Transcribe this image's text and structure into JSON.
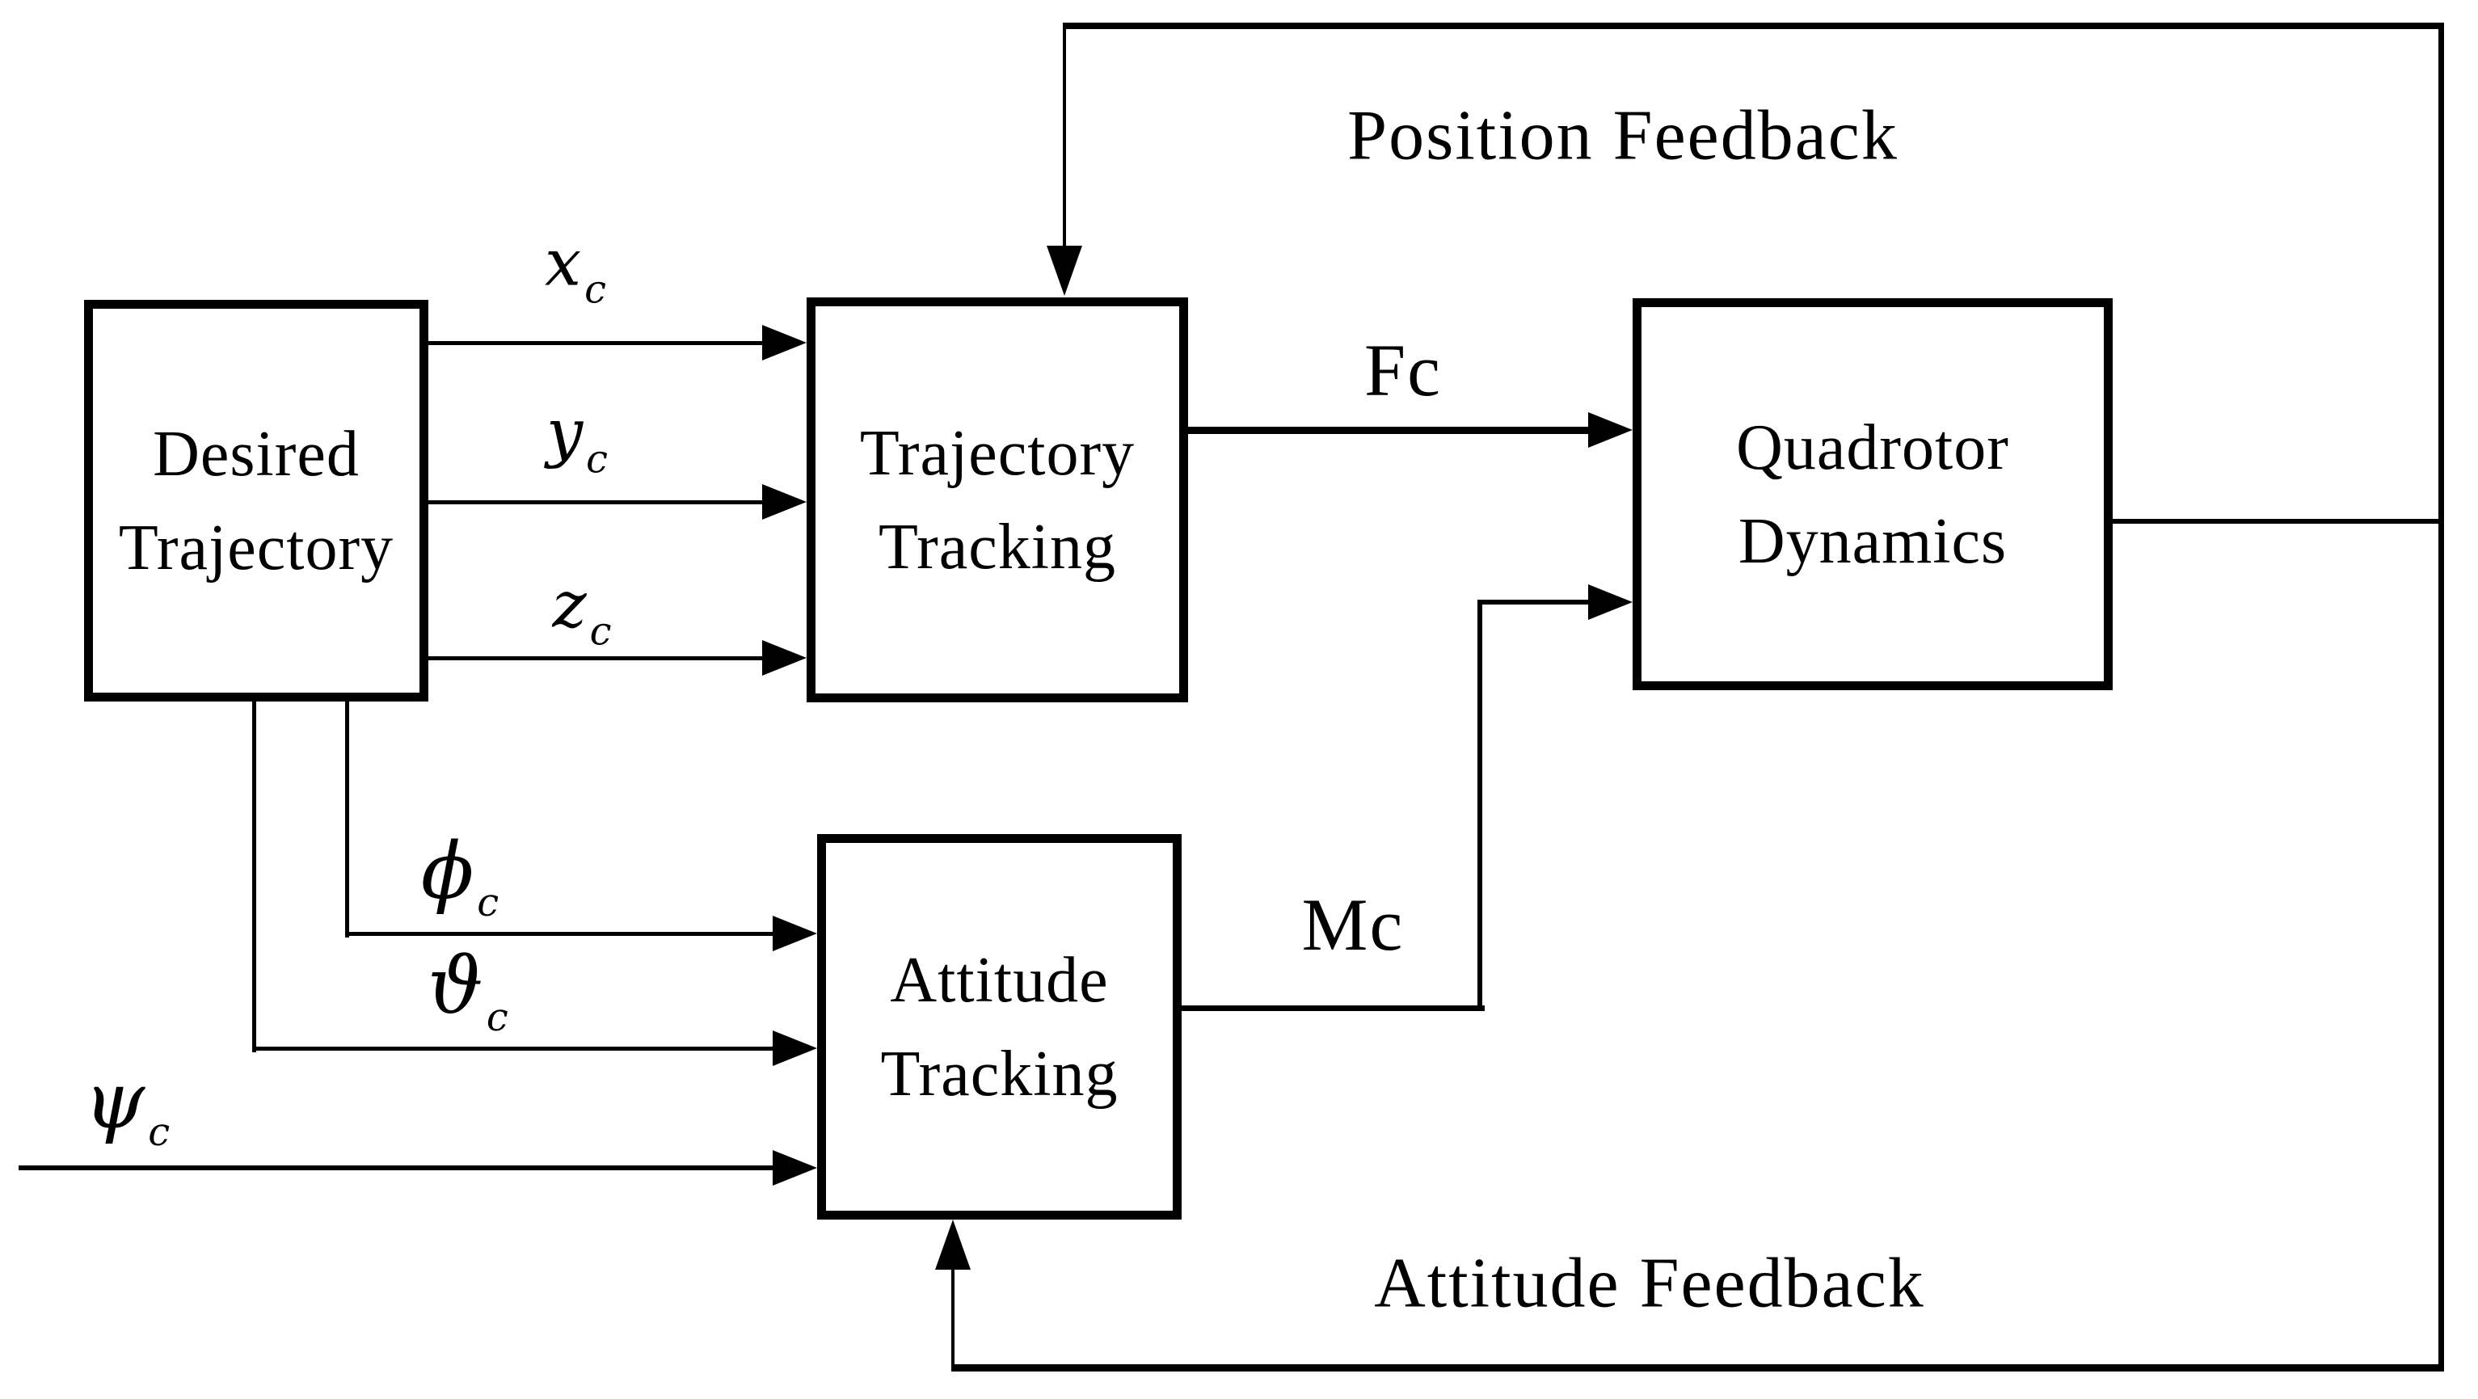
{
  "blocks": {
    "desired_trajectory": {
      "line1": "Desired",
      "line2": "Trajectory"
    },
    "trajectory_tracking": {
      "line1": "Trajectory",
      "line2": "Tracking"
    },
    "attitude_tracking": {
      "line1": "Attitude",
      "line2": "Tracking"
    },
    "quadrotor_dynamics": {
      "line1": "Quadrotor",
      "line2": "Dynamics"
    }
  },
  "signals": {
    "x_c": {
      "main": "x",
      "sub": "c"
    },
    "y_c": {
      "main": "y",
      "sub": "c"
    },
    "z_c": {
      "main": "z",
      "sub": "c"
    },
    "phi_c": {
      "main": "ϕ",
      "sub": "c"
    },
    "theta_c": {
      "main": "ϑ",
      "sub": "c"
    },
    "psi_c": {
      "main": "ψ",
      "sub": "c"
    },
    "force": "Fc",
    "moment": "Mc"
  },
  "annotations": {
    "position_feedback": "Position Feedback",
    "attitude_feedback": "Attitude Feedback"
  },
  "colors": {
    "ink": "#000000",
    "background": "#ffffff"
  }
}
